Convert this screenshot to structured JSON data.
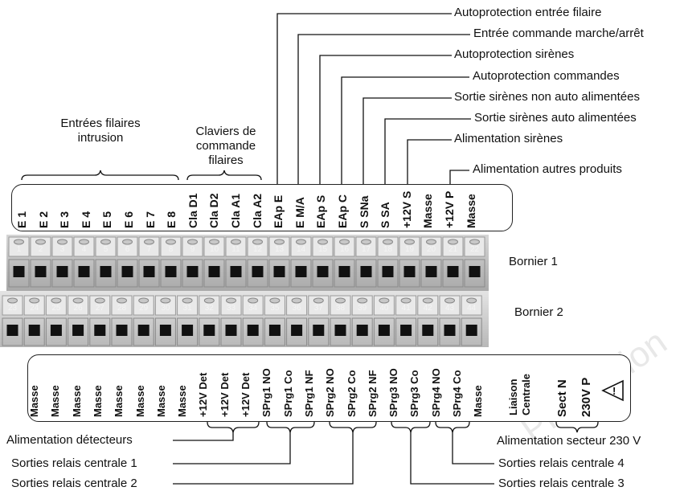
{
  "callouts_top": [
    "Autoprotection entrée filaire",
    "Entrée commande marche/arrêt",
    "Autoprotection sirènes",
    "Autoprotection commandes",
    "Sortie sirènes non auto alimentées",
    "Sortie sirènes auto alimentées",
    "Alimentation sirènes",
    "Alimentation autres produits"
  ],
  "groups": {
    "entrees": "Entrées filaires intrusion",
    "claviers": "Claviers de commande filaires"
  },
  "top_terminals": [
    "E 1",
    "E 2",
    "E 3",
    "E 4",
    "E 5",
    "E 6",
    "E 7",
    "E 8",
    "Cla D1",
    "Cla D2",
    "Cla A1",
    "Cla A2",
    "EAp E",
    "E M/A",
    "EAp S",
    "EAp C",
    "S SNa",
    "S SA",
    "+12V S",
    "Masse",
    "+12V P",
    "Masse"
  ],
  "bornier1": {
    "label": "Bornier 1",
    "numbers": [
      "1",
      "2",
      "3",
      "4",
      "5",
      "6",
      "7",
      "8",
      "9",
      "10",
      "11",
      "12",
      "13",
      "14",
      "15",
      "16",
      "17",
      "18",
      "19",
      "20",
      "21",
      "22"
    ]
  },
  "bornier2": {
    "label": "Bornier 2",
    "numbers": [
      "23",
      "24",
      "25",
      "26",
      "27",
      "28",
      "29",
      "30",
      "31",
      "32",
      "33",
      "34",
      "35",
      "36",
      "37",
      "38",
      "39",
      "40",
      "41",
      "42",
      "43",
      "44"
    ]
  },
  "bottom_terminals": [
    "Masse",
    "Masse",
    "Masse",
    "Masse",
    "Masse",
    "Masse",
    "Masse",
    "Masse",
    "+12V Det",
    "+12V Det",
    "+12V Det",
    "SPrg1 NO",
    "SPrg1 Co",
    "SPrg1 NF",
    "SPrg2 NO",
    "SPrg2 Co",
    "SPrg2 NF",
    "SPrg3 NO",
    "SPrg3 Co",
    "SPrg4 NO",
    "SPrg4 Co",
    "Masse"
  ],
  "bottom_right": {
    "liaison_line1": "Liaison",
    "liaison_line2": "Centrale",
    "sect": "Sect N",
    "v230": "230V P",
    "warning": "!"
  },
  "callouts_bottom_left": [
    "Alimentation détecteurs",
    "Sorties relais centrale 1",
    "Sorties relais centrale 2"
  ],
  "callouts_bottom_right": [
    "Alimentation secteur 230 V",
    "Sorties relais centrale 4",
    "Sorties relais centrale 3"
  ],
  "watermark": "Profession"
}
